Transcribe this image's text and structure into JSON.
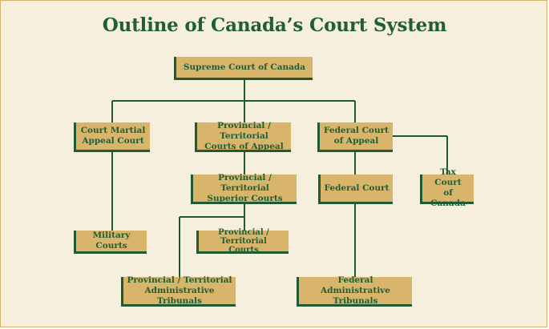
{
  "title": "Outline of Canada’s Court System",
  "nodes": {
    "supreme": {
      "line1": "Supreme Court of Canada",
      "line2": ""
    },
    "court_martial": {
      "line1": "Court Martial",
      "line2": "Appeal Court"
    },
    "prov_appeal": {
      "line1": "Provincial / Territorial",
      "line2": "Courts of Appeal"
    },
    "federal_appeal": {
      "line1": "Federal Court",
      "line2": "of Appeal"
    },
    "prov_superior": {
      "line1": "Provincial / Territorial",
      "line2": "Superior Courts"
    },
    "federal_court": {
      "line1": "Federal Court",
      "line2": ""
    },
    "tax_court": {
      "line1": "Tax Court",
      "line2": "of Canada"
    },
    "military": {
      "line1": "Military Courts",
      "line2": ""
    },
    "prov_courts": {
      "line1": "Provincial / Territorial",
      "line2": "Courts"
    },
    "prov_tribunals": {
      "line1": "Provincial / Territorial",
      "line2": "Administrative Tribunals"
    },
    "fed_tribunals": {
      "line1": "Federal Administrative",
      "line2": "Tribunals"
    }
  },
  "colors": {
    "background": "#f7efdd",
    "box": "#d9b56b",
    "line": "#1f5a34",
    "text": "#1e5f36"
  }
}
